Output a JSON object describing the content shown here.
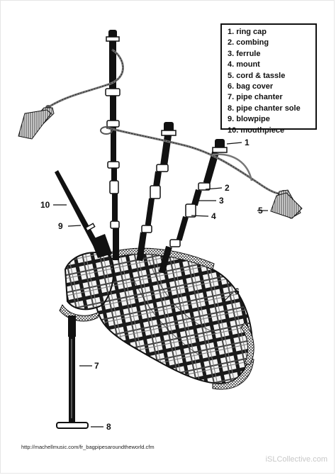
{
  "legend": {
    "items": [
      "1. ring cap",
      "2. combing",
      "3. ferrule",
      "4. mount",
      "5. cord & tassle",
      "6. bag cover",
      "7. pipe chanter",
      "8. pipe chanter sole",
      "9. blowpipe",
      "10. mouthpiece"
    ]
  },
  "callouts": [
    "1",
    "2",
    "3",
    "4",
    "5",
    "6",
    "7",
    "8",
    "9",
    "10"
  ],
  "source_url": "http://machellmusic.com/fr_bagpipesaroundtheworld.cfm",
  "watermark": "iSLCollective.com",
  "colors": {
    "ink": "#111111",
    "tartan_base": "#f2f2f2",
    "tassel": "#555555"
  }
}
